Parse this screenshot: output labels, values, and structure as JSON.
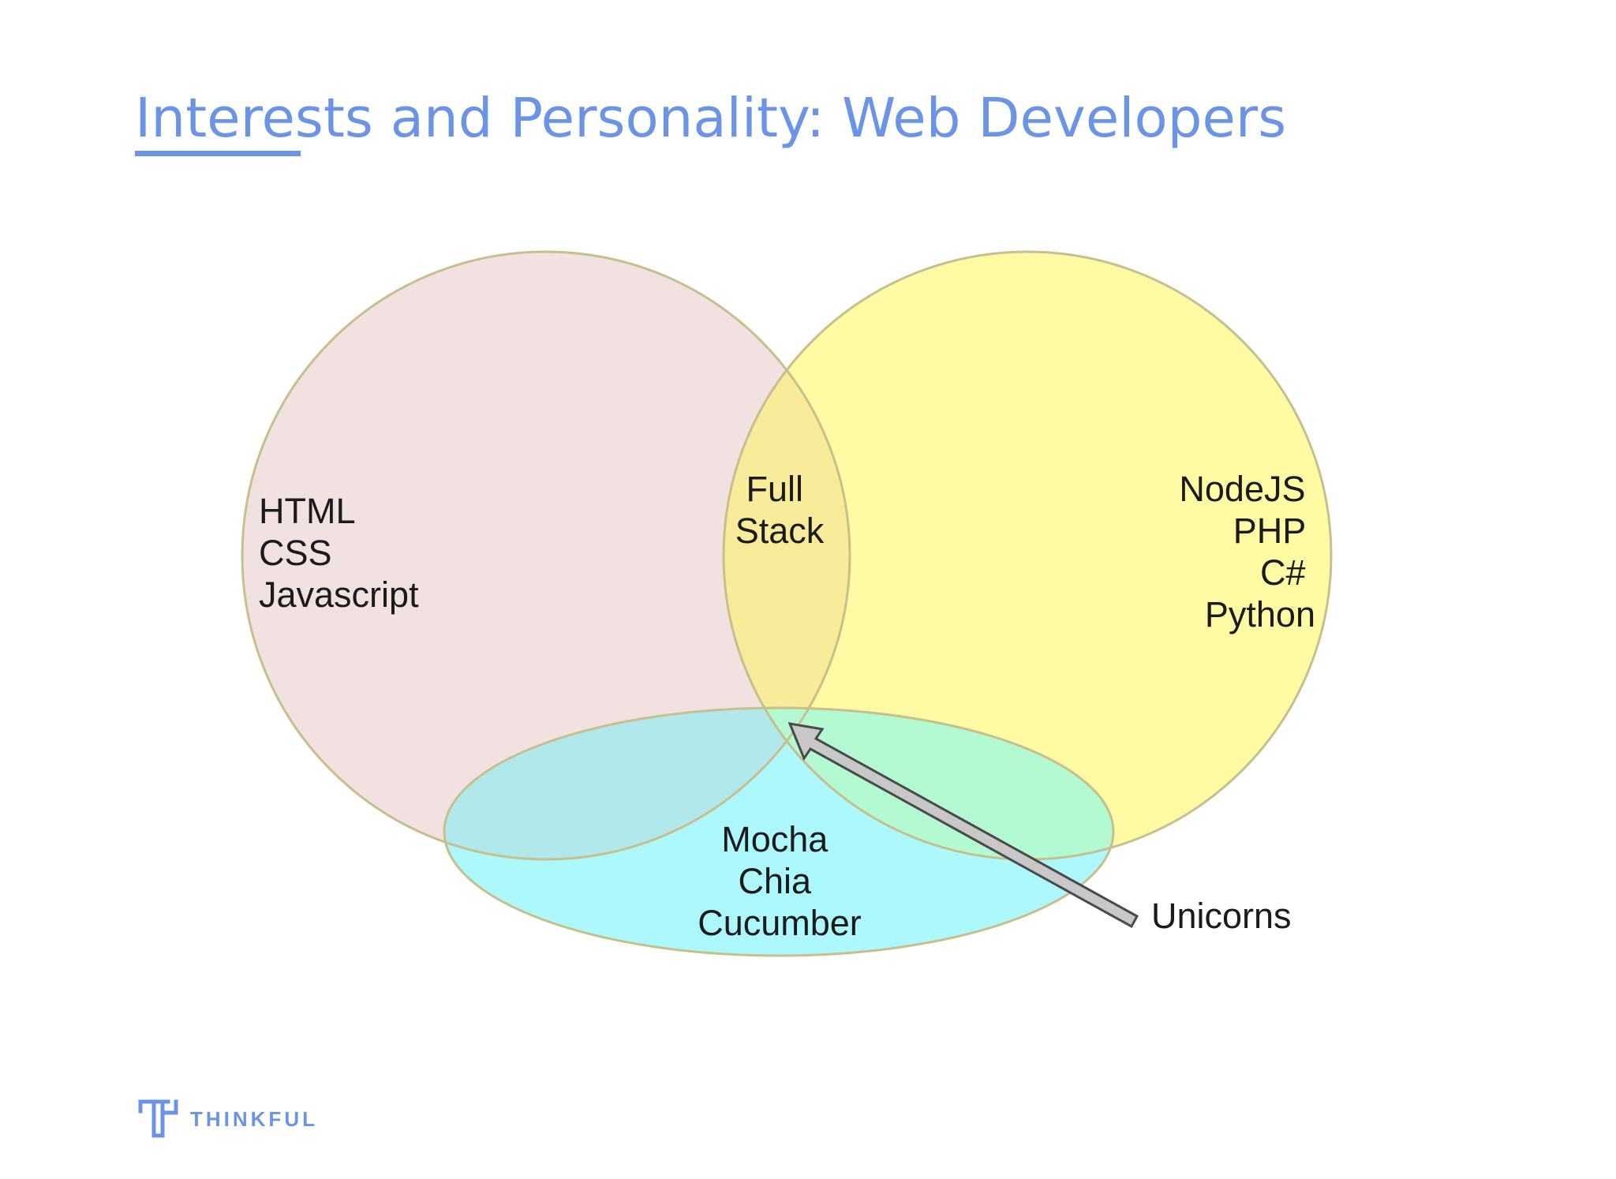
{
  "slide": {
    "title": "Interests and Personality: Web Developers"
  },
  "colors": {
    "accent": "#6b93e6",
    "front_end_fill": "#f2e1e1",
    "back_end_fill": "#fffba5",
    "testing_fill": "#acf8fd",
    "outline": "#c7bf8c",
    "text": "#1b1b1b"
  },
  "diagram": {
    "front_end": {
      "lines": [
        "HTML",
        "CSS",
        "Javascript"
      ]
    },
    "back_end": {
      "lines": [
        "NodeJS",
        "PHP",
        "C#",
        "Python"
      ]
    },
    "overlap": {
      "lines": [
        "Full",
        "Stack"
      ]
    },
    "testing": {
      "lines": [
        "Mocha",
        "Chia",
        "Cucumber"
      ]
    },
    "callout": {
      "label": "Unicorns"
    }
  },
  "brand": {
    "logo_icon": "thinkful-t-icon",
    "name": "THINKFUL"
  }
}
